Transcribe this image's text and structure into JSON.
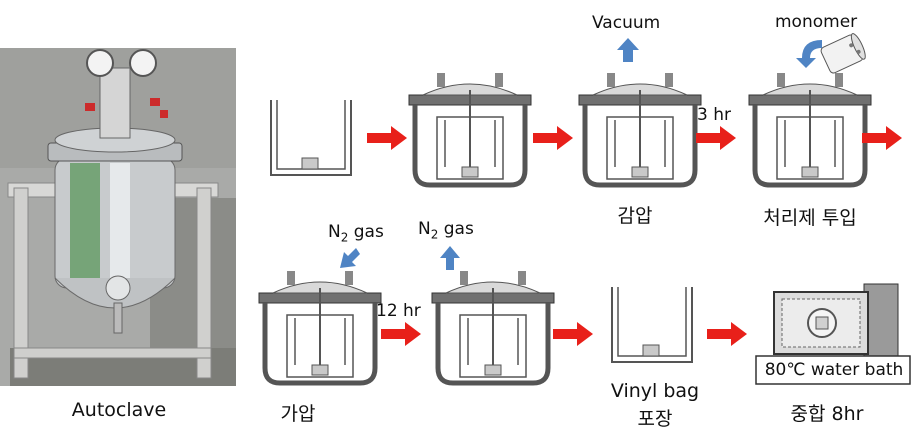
{
  "photo": {
    "caption": "Autoclave"
  },
  "steps": {
    "vacuum_note": "Vacuum",
    "time_3hr": "3 hr",
    "monomer_note": "monomer",
    "step_decompress": "감압",
    "step_add_agent": "처리제 투입",
    "n2_in_prefix": "N",
    "n2_in_sub": "2",
    "n2_in_suffix": " gas",
    "n2_out_prefix": "N",
    "n2_out_sub": "2",
    "n2_out_suffix": " gas",
    "time_12hr": "12 hr",
    "step_pressurize": "가압",
    "step_pack_line1": "Vinyl bag",
    "step_pack_line2": "포장",
    "water_bath": "80℃ water bath",
    "step_polymerize": "중합 8hr"
  },
  "colors": {
    "arrow": "#e8201a",
    "gas_arrow": "#4f84c4",
    "vessel": "#555555"
  }
}
